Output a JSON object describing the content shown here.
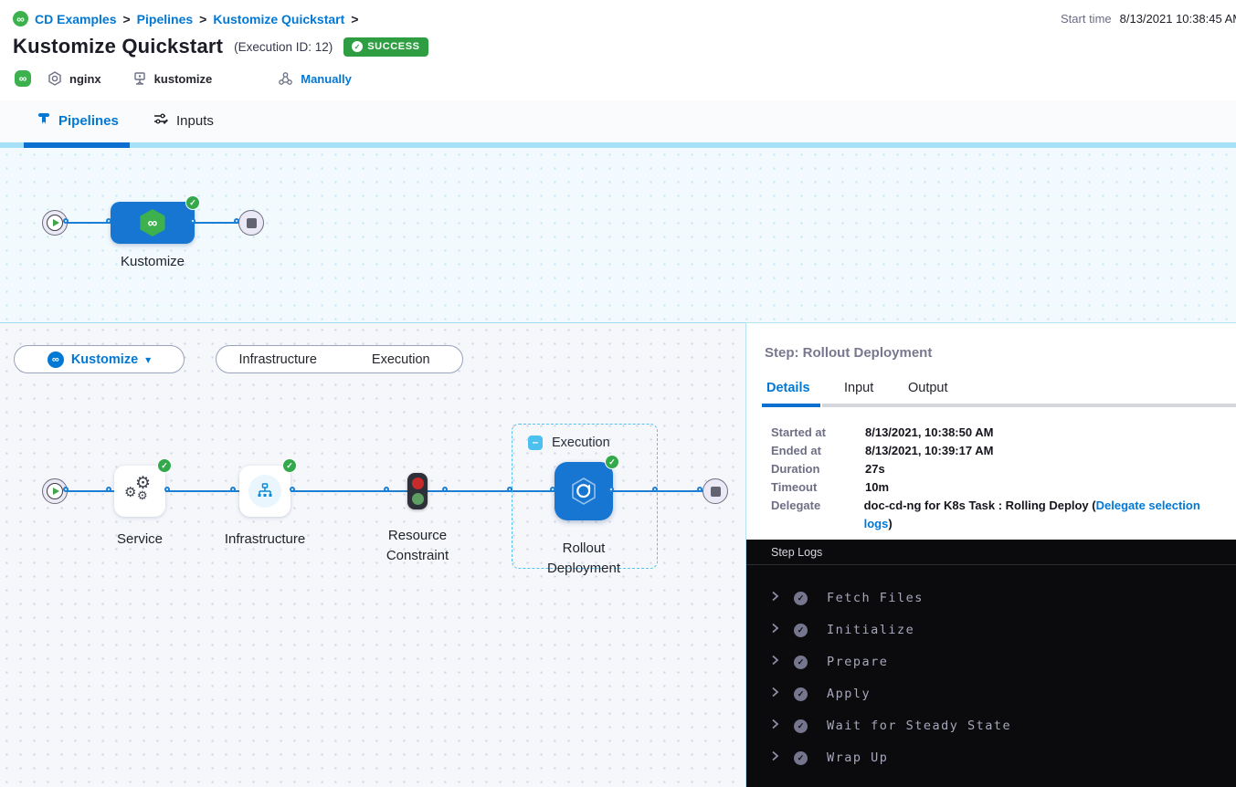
{
  "colors": {
    "primary_blue": "#0278d5",
    "node_blue": "#1676d2",
    "success_green": "#2f9e42",
    "light_blue_strip": "#a6e1f7",
    "logs_background": "#0b0b0e"
  },
  "icons": {
    "harness_logo": "∞",
    "caret_down": "▾",
    "check": "✓",
    "gear": "⚙",
    "minus": "–",
    "chevron_right": "❯"
  },
  "breadcrumb": {
    "separator": ">",
    "items": [
      "CD Examples",
      "Pipelines",
      "Kustomize Quickstart"
    ]
  },
  "header": {
    "title": "Kustomize Quickstart",
    "execution_id": "(Execution ID: 12)",
    "status_badge": "SUCCESS",
    "start_time_label": "Start time",
    "start_time_value": "8/13/2021 10:38:45 AM",
    "service_name": "nginx",
    "environment_name": "kustomize",
    "trigger_label": "Manually"
  },
  "nav_tabs": {
    "pipelines": "Pipelines",
    "inputs": "Inputs"
  },
  "pipeline_graph": {
    "stage_label": "Kustomize"
  },
  "execution_view": {
    "stage_selector_label": "Kustomize",
    "view_toggle": {
      "infrastructure": "Infrastructure",
      "execution": "Execution"
    },
    "group_label": "Execution",
    "nodes": {
      "service": "Service",
      "infrastructure": "Infrastructure",
      "resource_constraint": "Resource Constraint",
      "rollout_deployment": "Rollout Deployment"
    }
  },
  "step_panel": {
    "title": "Step: Rollout Deployment",
    "tabs": {
      "details": "Details",
      "input": "Input",
      "output": "Output"
    },
    "details": [
      {
        "label": "Started at",
        "value": "8/13/2021, 10:38:50 AM"
      },
      {
        "label": "Ended at",
        "value": "8/13/2021, 10:39:17 AM"
      },
      {
        "label": "Duration",
        "value": "27s"
      },
      {
        "label": "Timeout",
        "value": "10m"
      },
      {
        "label": "Delegate",
        "value_prefix": "doc-cd-ng for K8s Task : Rolling Deploy (",
        "link": "Delegate selection logs",
        "value_suffix": ")"
      }
    ]
  },
  "step_logs": {
    "title": "Step Logs",
    "entries": [
      "Fetch Files",
      "Initialize",
      "Prepare",
      "Apply",
      "Wait for Steady State",
      "Wrap Up"
    ]
  }
}
